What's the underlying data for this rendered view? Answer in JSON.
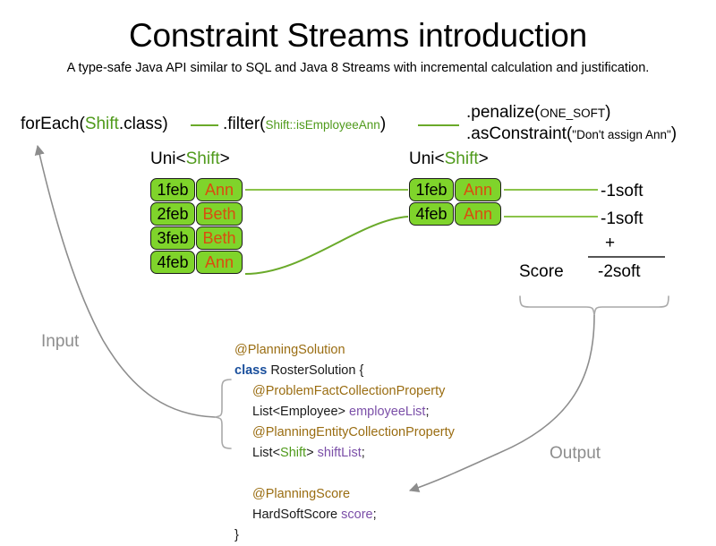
{
  "header": {
    "title": "Constraint Streams introduction",
    "subtitle": "A type-safe Java API similar to SQL and Java 8 Streams with incremental calculation and justification."
  },
  "pipeline": {
    "foreach": {
      "call": "forEach(",
      "arg_type": "Shift",
      "arg_rest": ".class)"
    },
    "filter": {
      "call": ".filter(",
      "arg_type": "Shift",
      "arg_rest": "::isEmployeeAnn",
      "close": ")"
    },
    "penalize": {
      "call": ".penalize(",
      "arg": "ONE_SOFT",
      "close": ")"
    },
    "as_constraint": {
      "call": ".asConstraint(",
      "arg": "\"Don't assign Ann\"",
      "close": ")"
    }
  },
  "streams": {
    "left": {
      "label_prefix": "Uni<",
      "label_type": "Shift",
      "label_suffix": ">",
      "rows": [
        {
          "date": "1feb",
          "employee": "Ann"
        },
        {
          "date": "2feb",
          "employee": "Beth"
        },
        {
          "date": "3feb",
          "employee": "Beth"
        },
        {
          "date": "4feb",
          "employee": "Ann"
        }
      ]
    },
    "right": {
      "label_prefix": "Uni<",
      "label_type": "Shift",
      "label_suffix": ">",
      "rows": [
        {
          "date": "1feb",
          "employee": "Ann"
        },
        {
          "date": "4feb",
          "employee": "Ann"
        }
      ]
    }
  },
  "score": {
    "penalties": [
      "-1soft",
      "-1soft"
    ],
    "operator": "+",
    "label": "Score",
    "total": "-2soft"
  },
  "code": {
    "lines": [
      {
        "indent": 0,
        "parts": [
          {
            "t": "@PlanningSolution",
            "c": "ann"
          }
        ]
      },
      {
        "indent": 0,
        "parts": [
          {
            "t": "class",
            "c": "kw"
          },
          {
            "t": " RosterSolution {",
            "c": "typ"
          }
        ]
      },
      {
        "indent": 1,
        "parts": [
          {
            "t": "@ProblemFactCollectionProperty",
            "c": "ann"
          }
        ]
      },
      {
        "indent": 1,
        "parts": [
          {
            "t": "List<Employee> ",
            "c": "typ"
          },
          {
            "t": "employeeList",
            "c": "field"
          },
          {
            "t": ";",
            "c": "typ"
          }
        ]
      },
      {
        "indent": 1,
        "parts": [
          {
            "t": "@PlanningEntityCollectionProperty",
            "c": "ann"
          }
        ]
      },
      {
        "indent": 1,
        "parts": [
          {
            "t": "List<",
            "c": "typ"
          },
          {
            "t": "Shift",
            "c": "gshift"
          },
          {
            "t": "> ",
            "c": "typ"
          },
          {
            "t": "shiftList",
            "c": "field"
          },
          {
            "t": ";",
            "c": "typ"
          }
        ]
      },
      {
        "indent": 0,
        "parts": [
          {
            "t": "",
            "c": "typ"
          }
        ]
      },
      {
        "indent": 1,
        "parts": [
          {
            "t": "@PlanningScore",
            "c": "ann"
          }
        ]
      },
      {
        "indent": 1,
        "parts": [
          {
            "t": "HardSoftScore ",
            "c": "typ"
          },
          {
            "t": "score",
            "c": "field"
          },
          {
            "t": ";",
            "c": "typ"
          }
        ]
      },
      {
        "indent": 0,
        "parts": [
          {
            "t": "}",
            "c": "typ"
          }
        ]
      }
    ]
  },
  "annotations": {
    "input_label": "Input",
    "output_label": "Output"
  },
  "colors": {
    "cell_fill": "#7fd42b",
    "cell_border": "#1c1c1c",
    "employee_text": "#d94d0f",
    "type_green": "#4f9a1b",
    "connector_green": "#6aaa2a",
    "annotation_gray": "#8d8d8d",
    "keyword_blue": "#1a4f9c",
    "annotation_gold": "#9a6d12",
    "field_purple": "#7b4fa8"
  }
}
